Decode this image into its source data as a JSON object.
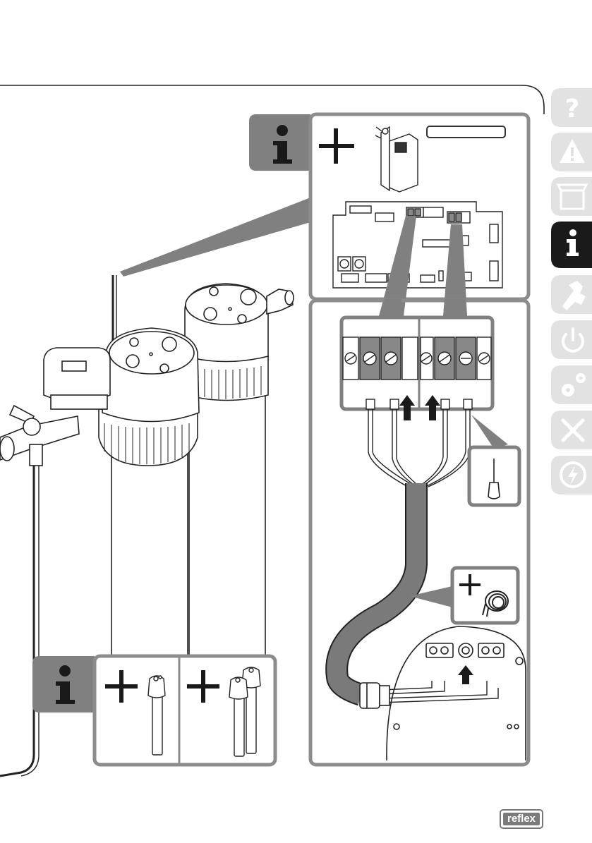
{
  "brand": {
    "logo_text": "reflex"
  },
  "nav_tabs": [
    {
      "id": "help",
      "icon": "question-icon",
      "active": false
    },
    {
      "id": "safety",
      "icon": "warning-icon",
      "active": false
    },
    {
      "id": "unpacking",
      "icon": "box-icon",
      "active": false
    },
    {
      "id": "info",
      "icon": "info-icon",
      "active": true
    },
    {
      "id": "installation",
      "icon": "wrench-icon",
      "active": false
    },
    {
      "id": "commissioning",
      "icon": "power-icon",
      "active": false
    },
    {
      "id": "settings",
      "icon": "gears-icon",
      "active": false
    },
    {
      "id": "maintenance",
      "icon": "tools-icon",
      "active": false
    },
    {
      "id": "faults",
      "icon": "lightning-icon",
      "active": false
    }
  ],
  "colors": {
    "panel_border": "#8c8c8c",
    "panel_grey": "#7f7f7f",
    "tab_inactive": "#e2e2e2",
    "tab_active": "#1a1a1a",
    "cable": "#7a7a7a",
    "terminal_dark": "#8a8a8a"
  }
}
